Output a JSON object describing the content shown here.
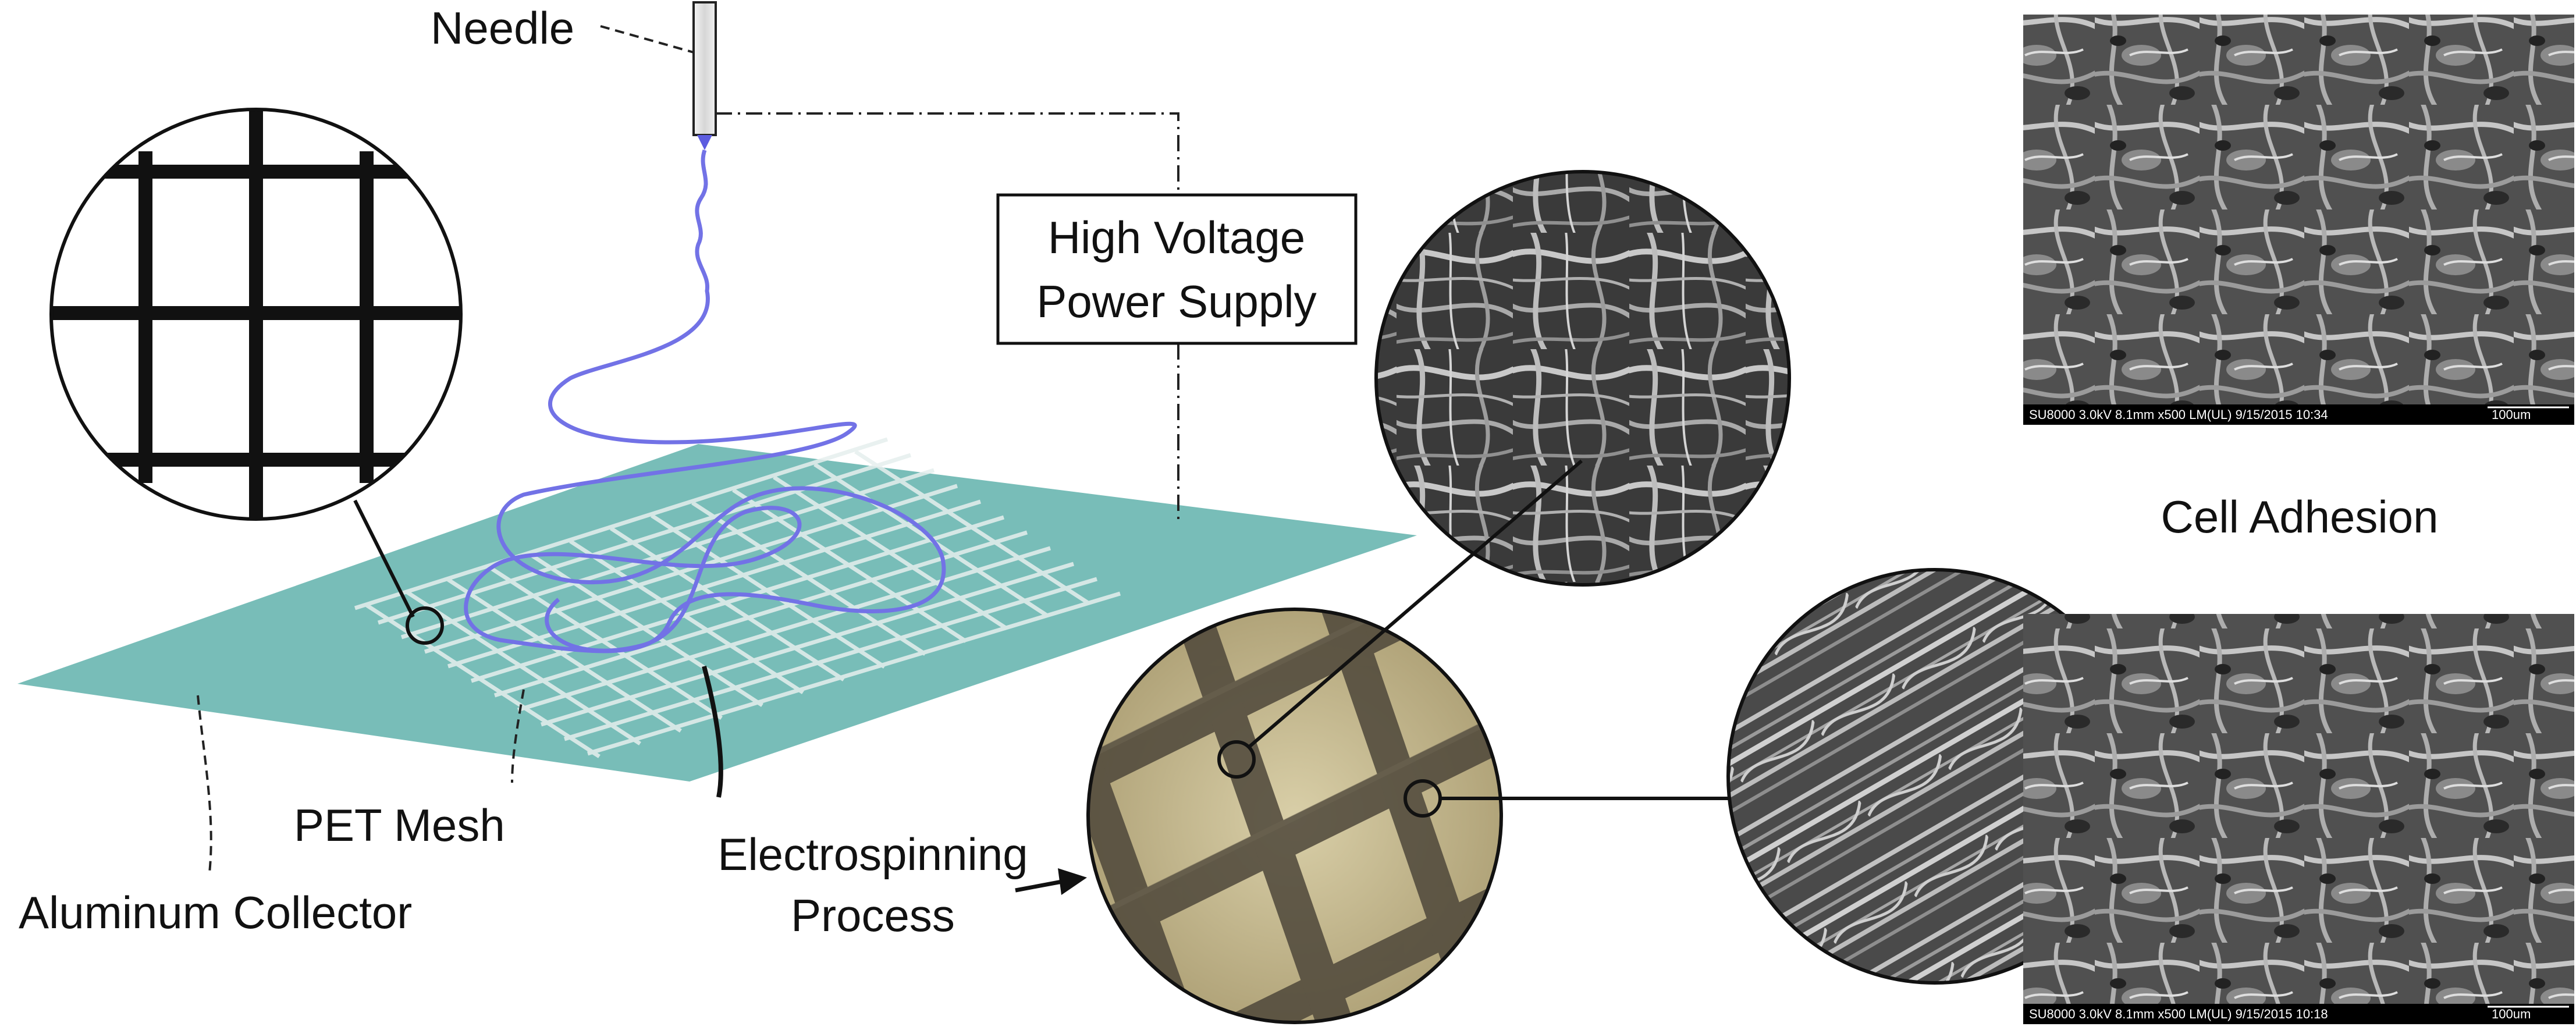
{
  "labels": {
    "needle": "Needle",
    "hv_line1": "High Voltage",
    "hv_line2": "Power Supply",
    "pet_mesh": "PET Mesh",
    "aluminum_collector": "Aluminum Collector",
    "electrospinning_line1": "Electrospinning",
    "electrospinning_line2": "Process",
    "cell_adhesion": "Cell Adhesion"
  },
  "sem_captions": [
    {
      "left": "SU8000 3.0kV 8.1mm x500 LM(UL) 9/15/2015 10:34",
      "scale": "100um"
    },
    {
      "left": "SU8000 3.0kV 8.1mm x500 LM(UL) 9/15/2015 10:18",
      "scale": "100um"
    }
  ],
  "colors": {
    "collector": "#78bdb8",
    "fiber": "#5c5ce0",
    "mesh": "#e8f0ef",
    "sem_dark": "#3c3c3c",
    "micro_gold": "#b9ab82"
  }
}
